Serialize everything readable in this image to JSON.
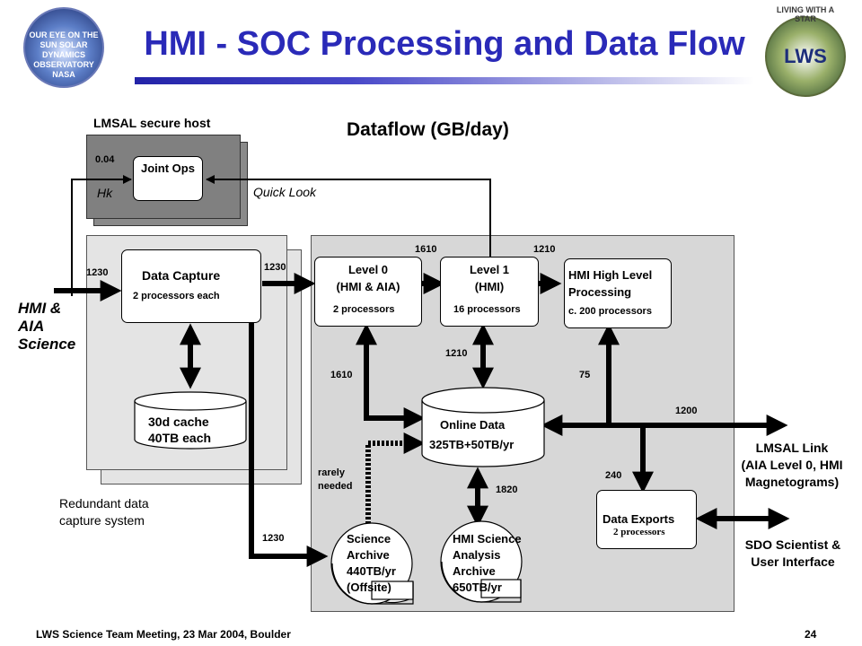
{
  "title": "HMI - SOC Processing and Data Flow",
  "subtitle": "Dataflow (GB/day)",
  "logos": {
    "sdo": {
      "text": "OUR EYE ON THE SUN SOLAR DYNAMICS OBSERVATORY NASA"
    },
    "lws": {
      "ring_text": "LIVING WITH A STAR",
      "center_text": "LWS"
    }
  },
  "secure_host": {
    "label": "LMSAL secure host",
    "joint_ops": "Joint Ops",
    "rate": "0.04",
    "hk": "Hk",
    "quick_look": "Quick Look"
  },
  "capture": {
    "title": "Data Capture",
    "processors": "2 processors each",
    "cache": "30d cache\n40TB each",
    "in_rate": "1230",
    "out_rate": "1230",
    "archive_rate": "1230",
    "redundant_note": "Redundant data\ncapture system"
  },
  "source": {
    "label": "HMI &\nAIA\nScience"
  },
  "level0": {
    "title": "Level 0\n(HMI & AIA)",
    "processors": "2 processors"
  },
  "level1": {
    "title": "Level 1\n(HMI)",
    "processors": "16 processors"
  },
  "hmi_high": {
    "title": "HMI High Level\nProcessing",
    "processors": "c. 200 processors"
  },
  "online": {
    "title": "Online Data",
    "capacity": "325TB+50TB/yr"
  },
  "science_archive": {
    "title": "Science\nArchive\n440TB/yr\n(Offsite)",
    "note": "rarely\nneeded"
  },
  "hmi_archive": {
    "title": "HMI Science\nAnalysis\nArchive\n650TB/yr"
  },
  "exports": {
    "title": "Data Exports",
    "processors": "2 processors"
  },
  "rates": {
    "l0_l1": "1610",
    "l1_high": "1210",
    "l0_online": "1610",
    "l1_online": "1210",
    "high_online": "75",
    "lmsal": "1200",
    "exports": "240",
    "hmi_archive": "1820"
  },
  "lmsal_link": "LMSAL Link\n(AIA Level 0, HMI\nMagnetograms)",
  "sdo_scientist": "SDO Scientist &\nUser Interface",
  "footer": {
    "meeting": "LWS Science Team Meeting, 23 Mar 2004, Boulder",
    "page": "24"
  }
}
